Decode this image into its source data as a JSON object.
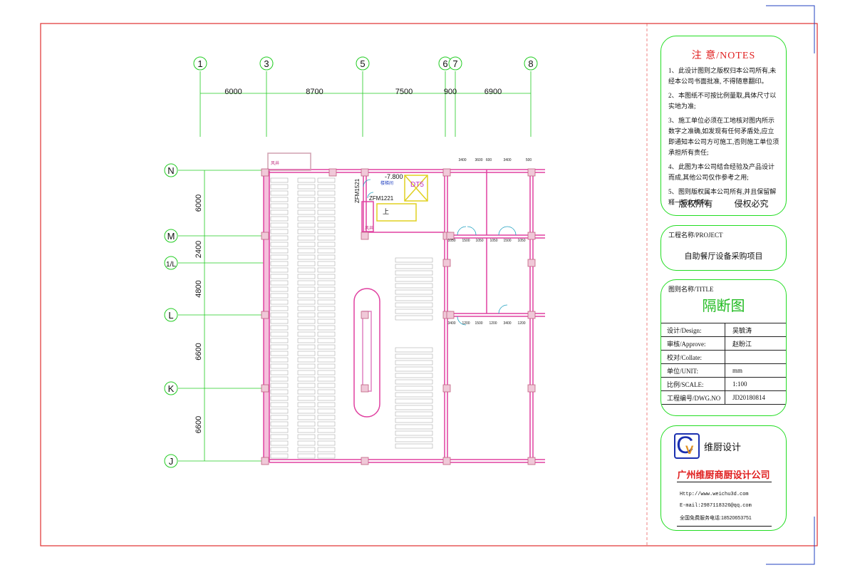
{
  "axes": {
    "columns": [
      "1",
      "3",
      "5",
      "6",
      "7",
      "8"
    ],
    "column_spacings": [
      "6000",
      "8700",
      "7500",
      "900",
      "6900"
    ],
    "rows": [
      "N",
      "M",
      "1/L",
      "L",
      "K",
      "J"
    ],
    "row_spacings": [
      "6000",
      "2400",
      "4800",
      "6600",
      "6600"
    ]
  },
  "plan_labels": {
    "level": "-7.800",
    "door_1": "ZFM1521",
    "door_2": "ZFM1221",
    "elevator": "DT5",
    "up": "上",
    "wind_1": "风井",
    "wind_2": "风井",
    "room_small": "楼梯间",
    "dims_top": [
      "3400",
      "3600",
      "600",
      "3400",
      "500"
    ],
    "dims_mid": [
      "1050",
      "1500",
      "1050",
      "1050",
      "1500",
      "1050"
    ],
    "dims_low": [
      "3400",
      "1200",
      "1500",
      "1200",
      "3400",
      "1200"
    ]
  },
  "notes": {
    "title": "注  意/NOTES",
    "items": [
      {
        "num": "1、",
        "text": "此设计图则之版权归本公司所有,未经本公司书面批准,  不得随意翻印。"
      },
      {
        "num": "2、",
        "text": "本图纸不可按比例量取,具体尺寸以实地为准;"
      },
      {
        "num": "3、",
        "text": "施工单位必须在工地核对图内所示数字之准确,如发现有任何矛盾处,应立即通知本公司方可施工,否则施工单位须承担所有责任;"
      },
      {
        "num": "4、",
        "text": "此图为本公司结合经验及产品设计而成,其他公司仅作参考之用;"
      },
      {
        "num": "5、",
        "text": "图则版权属本公司所有,并且保留解释一切之权利。"
      }
    ],
    "rights_left": "版权所有",
    "rights_right": "侵权必究"
  },
  "project": {
    "label": "工程名称/PROJECT",
    "name": "自助餐厅设备采购项目"
  },
  "drawing": {
    "label": "图则名称/TITLE",
    "title": "隔断图",
    "fields": [
      {
        "key": "设计/Design:",
        "value": "吴毓涛"
      },
      {
        "key": "审核/Approve:",
        "value": "赵盼江"
      },
      {
        "key": "校对/Collate:",
        "value": ""
      },
      {
        "key": "单位/UNIT:",
        "value": "mm"
      },
      {
        "key": "比例/SCALE:",
        "value": "1:100"
      },
      {
        "key": "工程编号/DWG.NO",
        "value": "JD20180814"
      }
    ]
  },
  "company": {
    "brand": "维厨设计",
    "name": "广州维厨商厨设计公司",
    "url": "Http://www.weichu3d.com",
    "email": "E-mail:2987118326@qq.com",
    "phone": "全国免费服务电话:18520653751"
  },
  "colors": {
    "frame": "#e03030",
    "titleblock": "#22dd22",
    "walls": "#e040a0",
    "axis": "#22cc22",
    "logo": "#1a2fb0",
    "accent": "#e02020"
  }
}
